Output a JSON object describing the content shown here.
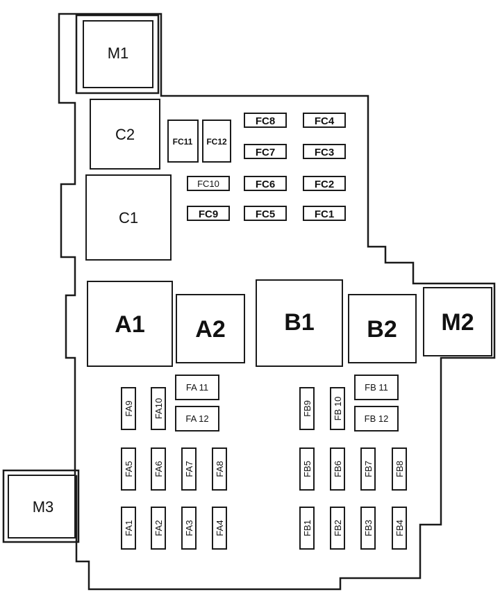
{
  "relays": {
    "m1": "M1",
    "m2": "M2",
    "m3": "M3",
    "c1": "C1",
    "c2": "C2",
    "a1": "A1",
    "a2": "A2",
    "b1": "B1",
    "b2": "B2"
  },
  "fuses_c": {
    "fc1": "FC1",
    "fc2": "FC2",
    "fc3": "FC3",
    "fc4": "FC4",
    "fc5": "FC5",
    "fc6": "FC6",
    "fc7": "FC7",
    "fc8": "FC8",
    "fc9": "FC9",
    "fc10": "FC10",
    "fc11": "FC11",
    "fc12": "FC12"
  },
  "fuses_a": {
    "fa1": "FA1",
    "fa2": "FA2",
    "fa3": "FA3",
    "fa4": "FA4",
    "fa5": "FA5",
    "fa6": "FA6",
    "fa7": "FA7",
    "fa8": "FA8",
    "fa9": "FA9",
    "fa10": "FA10",
    "fa11": "FA 11",
    "fa12": "FA 12"
  },
  "fuses_b": {
    "fb1": "FB1",
    "fb2": "FB2",
    "fb3": "FB3",
    "fb4": "FB4",
    "fb5": "FB5",
    "fb6": "FB6",
    "fb7": "FB7",
    "fb8": "FB8",
    "fb9": "FB9",
    "fb10": "FB 10",
    "fb11": "FB 11",
    "fb12": "FB 12"
  }
}
